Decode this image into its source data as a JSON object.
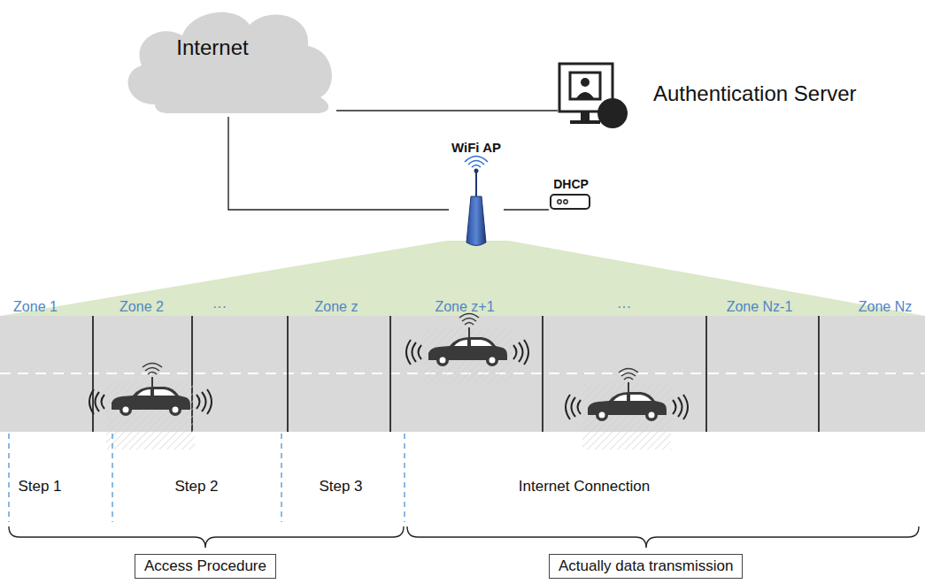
{
  "diagram": {
    "nodes": [
      {
        "text": [
          "Internet"
        ]
      },
      {
        "text": [
          "Authentication Server"
        ]
      },
      {
        "text": [
          "WiFi AP"
        ]
      },
      {
        "text": [
          "DHCP"
        ]
      },
      {
        "text": [
          "Access Procedure"
        ]
      },
      {
        "text": [
          "Actually data transmission"
        ]
      }
    ],
    "edges": [
      {
        "from": 0,
        "to": 1,
        "arrow": "none"
      },
      {
        "from": 0,
        "to": 2,
        "arrow": "none"
      },
      {
        "from": 2,
        "to": 3,
        "arrow": "none"
      }
    ],
    "labels": [
      "Zone 1",
      "Zone 2",
      "···",
      "Zone z",
      "Zone z+1",
      "···",
      "Zone Nz-1",
      "Zone Nz",
      "Step 1",
      "Step 2",
      "Step 3",
      "Internet Connection"
    ]
  }
}
